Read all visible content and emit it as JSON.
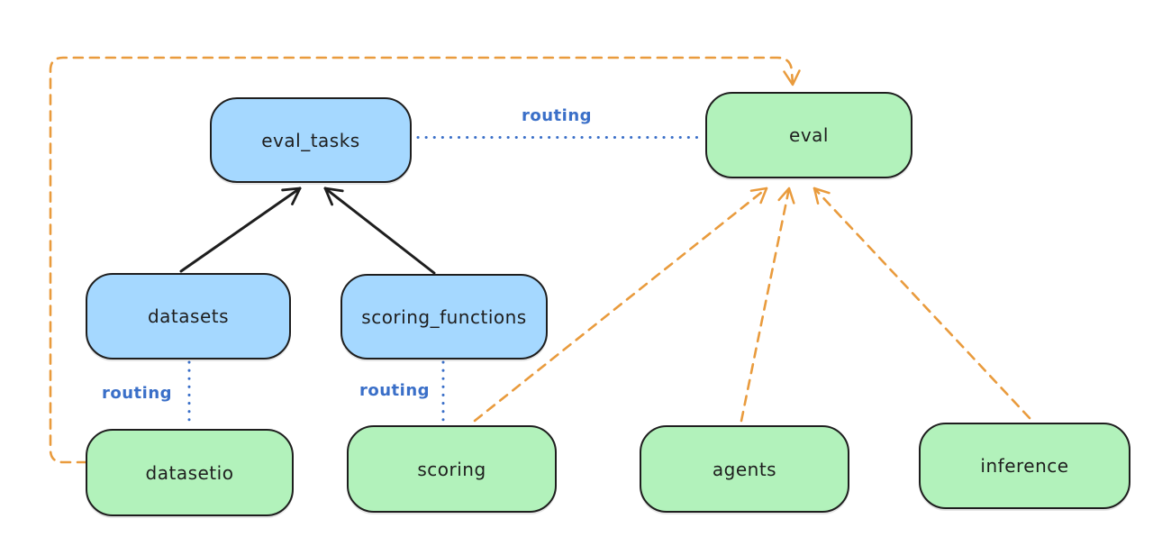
{
  "diagram": {
    "nodes": {
      "eval_tasks": {
        "label": "eval_tasks",
        "fill": "#a5d8ff"
      },
      "datasets": {
        "label": "datasets",
        "fill": "#a5d8ff"
      },
      "scoring_functions": {
        "label": "scoring_functions",
        "fill": "#a5d8ff"
      },
      "eval": {
        "label": "eval",
        "fill": "#b2f2bb"
      },
      "datasetio": {
        "label": "datasetio",
        "fill": "#b2f2bb"
      },
      "scoring": {
        "label": "scoring",
        "fill": "#b2f2bb"
      },
      "agents": {
        "label": "agents",
        "fill": "#b2f2bb"
      },
      "inference": {
        "label": "inference",
        "fill": "#b2f2bb"
      }
    },
    "edges": [
      {
        "from": "datasets",
        "to": "eval_tasks",
        "style": "solid-black-arrow",
        "label": ""
      },
      {
        "from": "scoring_functions",
        "to": "eval_tasks",
        "style": "solid-black-arrow",
        "label": ""
      },
      {
        "from": "eval_tasks",
        "to": "eval",
        "style": "dotted-blue",
        "label": "routing"
      },
      {
        "from": "datasets",
        "to": "datasetio",
        "style": "dotted-blue",
        "label": "routing"
      },
      {
        "from": "scoring_functions",
        "to": "scoring",
        "style": "dotted-blue",
        "label": "routing"
      },
      {
        "from": "datasetio",
        "to": "eval",
        "style": "dashed-orange-arrow",
        "label": ""
      },
      {
        "from": "scoring",
        "to": "eval",
        "style": "dashed-orange-arrow",
        "label": ""
      },
      {
        "from": "agents",
        "to": "eval",
        "style": "dashed-orange-arrow",
        "label": ""
      },
      {
        "from": "inference",
        "to": "eval",
        "style": "dashed-orange-arrow",
        "label": ""
      }
    ],
    "colors": {
      "background": "#ffffff",
      "node_stroke": "#1e1e1e",
      "blue_fill": "#a5d8ff",
      "green_fill": "#b2f2bb",
      "routing_blue": "#3a6fc8",
      "arrow_black": "#1e1e1e",
      "arrow_orange": "#e99b3d"
    }
  }
}
